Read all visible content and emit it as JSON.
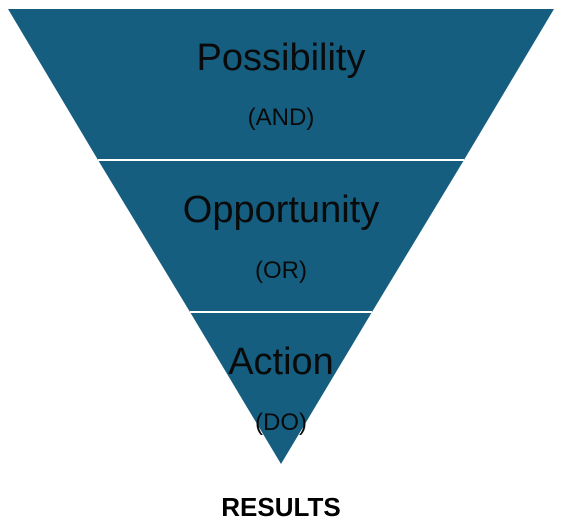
{
  "funnel": {
    "color": "#155e80",
    "divider_color": "#ffffff",
    "levels": [
      {
        "title": "Possibility",
        "subtitle": "(AND)"
      },
      {
        "title": "Opportunity",
        "subtitle": "(OR)"
      },
      {
        "title": "Action",
        "subtitle": "(DO)"
      }
    ]
  },
  "result": {
    "label": "RESULTS"
  }
}
